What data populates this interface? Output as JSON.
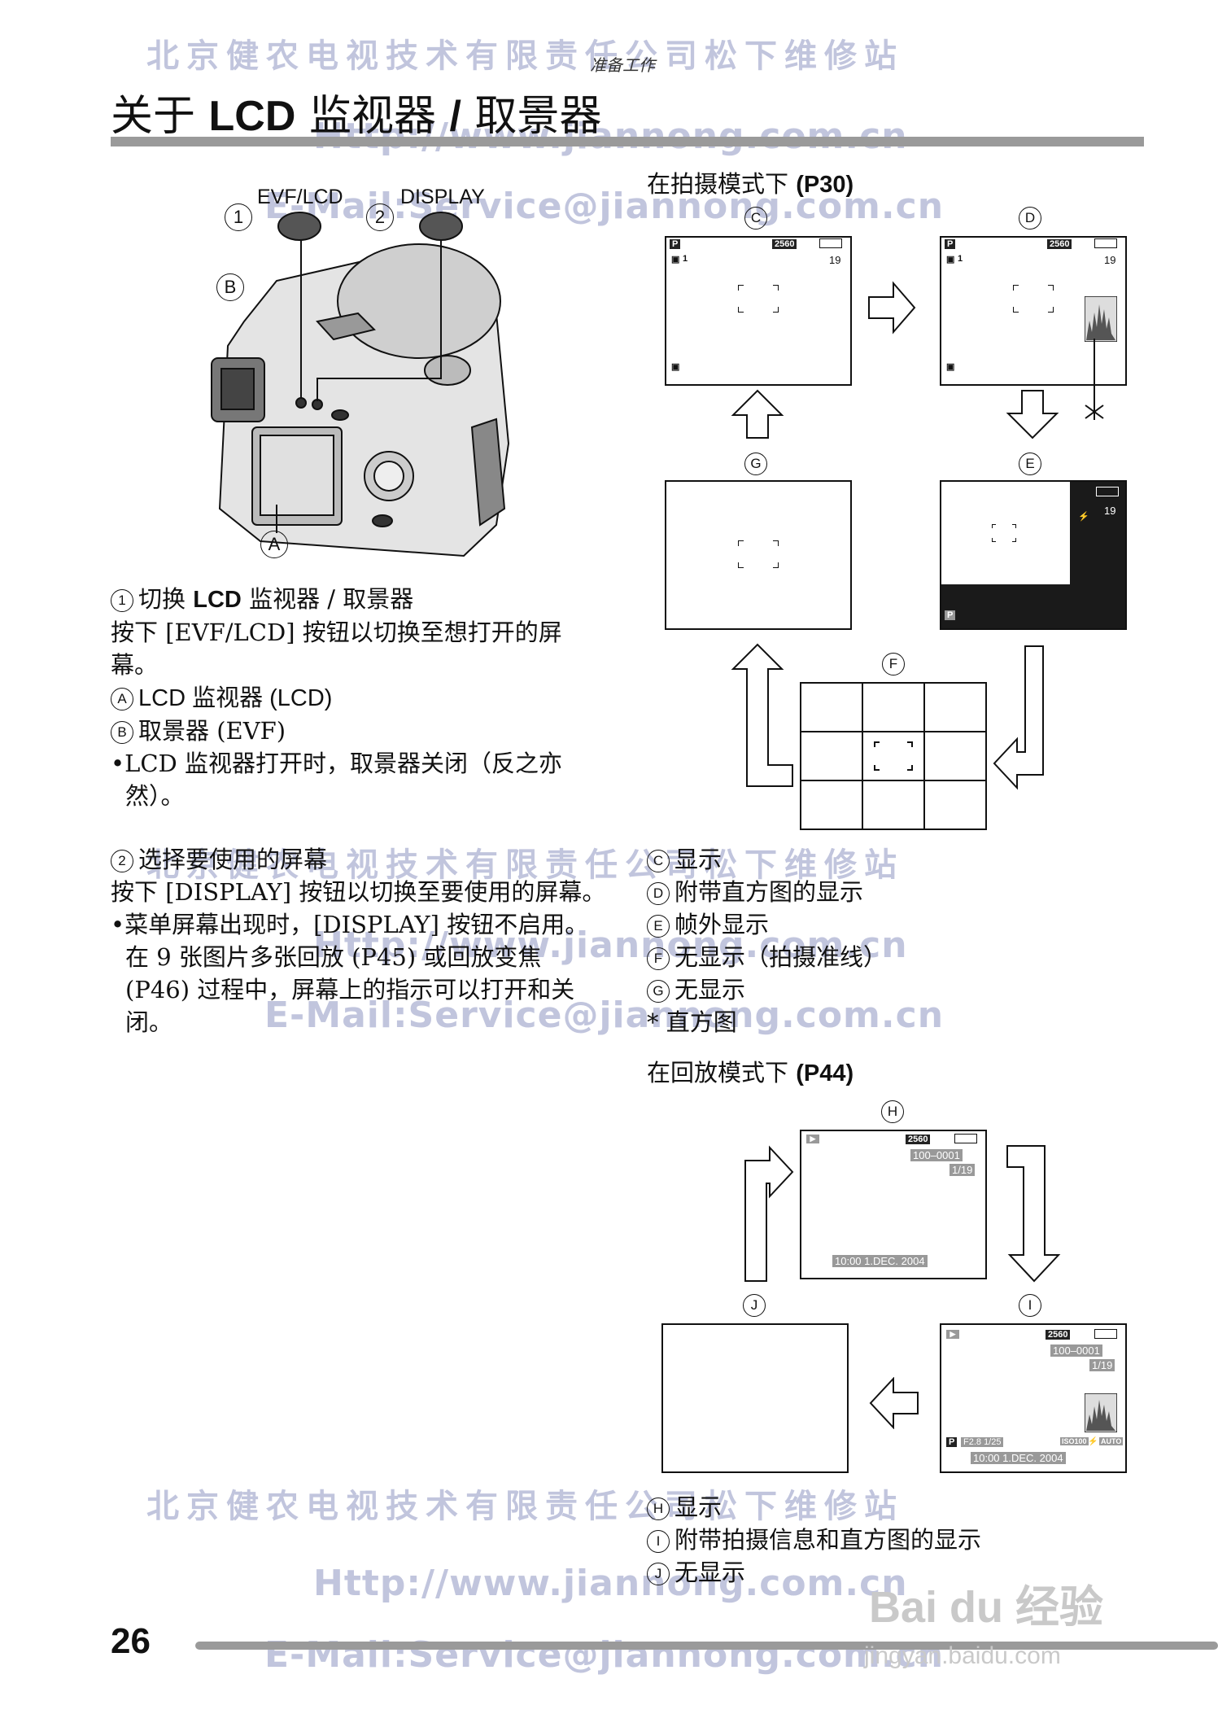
{
  "header": {
    "watermark_company": "北京健农电视技术有限责任公司松下维修站",
    "section_tag": "准备工作",
    "watermark_url": "Http://www.jiannong.com.cn",
    "watermark_email": "E-Mail:Service@jiannong.com.cn",
    "title_prefix": "关于",
    "title_bold": "LCD",
    "title_suffix": "监视器",
    "title_slash": "/",
    "title_end": "取景器"
  },
  "camera_figure": {
    "btn1_label": "EVF/LCD",
    "btn2_label": "DISPLAY",
    "num1": "1",
    "num2": "2",
    "callout_b": "B",
    "callout_a": "A"
  },
  "section1": {
    "num": "1",
    "heading_prefix": "切换",
    "heading_bold": "LCD",
    "heading_suffix": "监视器 / 取景器",
    "body": "按下 [EVF/LCD] 按钮以切换至想打开的屏幕。",
    "item_a_letter": "A",
    "item_a": "LCD 监视器 (LCD)",
    "item_b_letter": "B",
    "item_b": "取景器 (EVF)",
    "bullet": "LCD 监视器打开时，取景器关闭（反之亦然）。"
  },
  "section2": {
    "num": "2",
    "heading": "选择要使用的屏幕",
    "body": "按下 [DISPLAY] 按钮以切换至要使用的屏幕。",
    "bullet": "菜单屏幕出现时，[DISPLAY] 按钮不启用。在 9 张图片多张回放 (P45) 或回放变焦 (P46) 过程中，屏幕上的指示可以打开和关闭。"
  },
  "record_mode": {
    "heading_prefix": "在拍摄模式下",
    "heading_ref": "(P30)",
    "labels": {
      "c": "C",
      "d": "D",
      "e": "E",
      "f": "F",
      "g": "G"
    },
    "screen": {
      "mode": "P",
      "resolution": "2560",
      "shots": "19",
      "shots_alt": "19",
      "sub": "1"
    },
    "asterisk": "*",
    "legend": [
      {
        "letter": "C",
        "text": "显示"
      },
      {
        "letter": "D",
        "text": "附带直方图的显示"
      },
      {
        "letter": "E",
        "text": "帧外显示"
      },
      {
        "letter": "F",
        "text": "无显示（拍摄准线）"
      },
      {
        "letter": "G",
        "text": "无显示"
      }
    ],
    "legend_star": "* 直方图"
  },
  "playback_mode": {
    "heading_prefix": "在回放模式下",
    "heading_ref": "(P44)",
    "labels": {
      "h": "H",
      "i": "I",
      "j": "J"
    },
    "screen": {
      "resolution": "2560",
      "file_no": "100–0001",
      "count": "1/19",
      "datetime": "10:00  1.DEC. 2004",
      "mode": "P",
      "exposure": "F2.8 1/25",
      "iso": "ISO100",
      "wb": "AUTO"
    },
    "legend": [
      {
        "letter": "H",
        "text": "显示"
      },
      {
        "letter": "I",
        "text": "附带拍摄信息和直方图的显示"
      },
      {
        "letter": "J",
        "text": "无显示"
      }
    ]
  },
  "footer": {
    "page_number": "26",
    "baidu_logo": "Bai du 经验",
    "baidu_url": "jingyan.baidu.com"
  }
}
